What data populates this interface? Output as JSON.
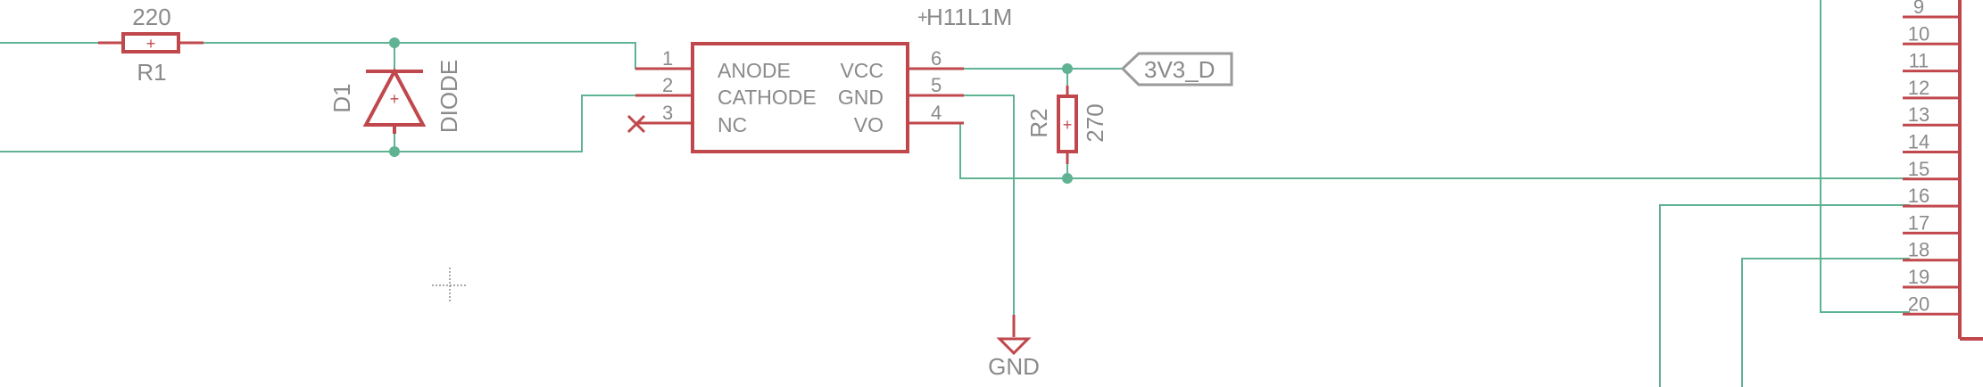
{
  "colors": {
    "background": "#ffffff",
    "wire": "#5fb393",
    "junction": "#5fb393",
    "part": "#c0484d",
    "label": "#8a8a8a"
  },
  "r1": {
    "value": "220",
    "name": "R1"
  },
  "d1": {
    "name": "D1",
    "value": "DIODE"
  },
  "optocoupler": {
    "name": "H11L1M",
    "left_pins": [
      {
        "num": "1",
        "label": "ANODE"
      },
      {
        "num": "2",
        "label": "CATHODE"
      },
      {
        "num": "3",
        "label": "NC"
      }
    ],
    "right_pins": [
      {
        "num": "6",
        "label": "VCC"
      },
      {
        "num": "5",
        "label": "GND"
      },
      {
        "num": "4",
        "label": "VO"
      }
    ]
  },
  "r2": {
    "name": "R2",
    "value": "270"
  },
  "supply_label": "3V3_D",
  "ground_label": "GND",
  "connector_pins": [
    "9",
    "10",
    "11",
    "12",
    "13",
    "14",
    "15",
    "16",
    "17",
    "18",
    "19",
    "20"
  ]
}
